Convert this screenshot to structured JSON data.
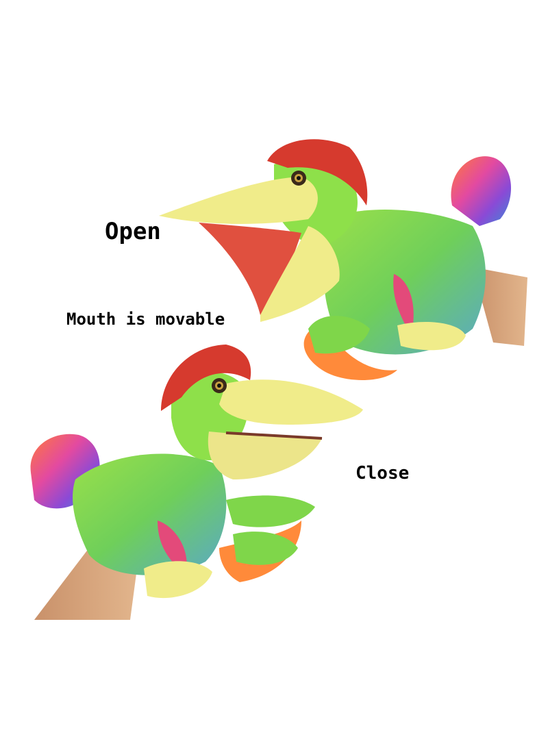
{
  "labels": {
    "open": "Open",
    "movable": "Mouth is movable",
    "close": "Close"
  },
  "colors": {
    "background": "#ffffff",
    "body_green": "#7fd64a",
    "body_blue": "#6fb5c9",
    "beak_yellow": "#f0ec8a",
    "mouth_red": "#e0503f",
    "crest_red": "#d63a2e",
    "skin": "#d9a878"
  }
}
